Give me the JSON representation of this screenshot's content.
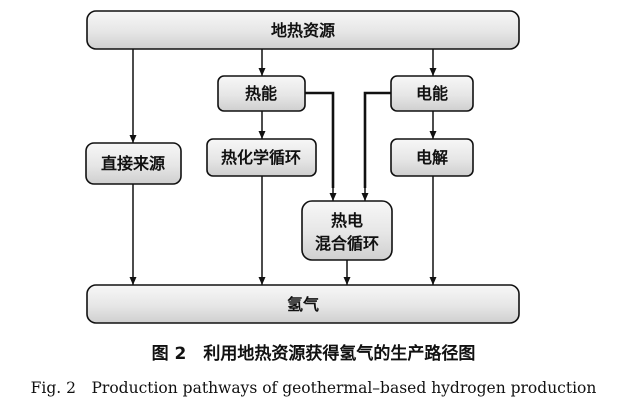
{
  "nodes": {
    "source": "地热资源",
    "heat": "热能",
    "electric": "电能",
    "direct": "直接来源",
    "thermochem": "热化学循环",
    "electrolysis": "电解",
    "hybrid_line1": "热电",
    "hybrid_line2": "混合循环",
    "hydrogen": "氢气"
  },
  "caption": {
    "cn": "图 2　利用地热资源获得氢气的生产路径图",
    "en": "Fig. 2　Production pathways of geothermal–based hydrogen production"
  }
}
